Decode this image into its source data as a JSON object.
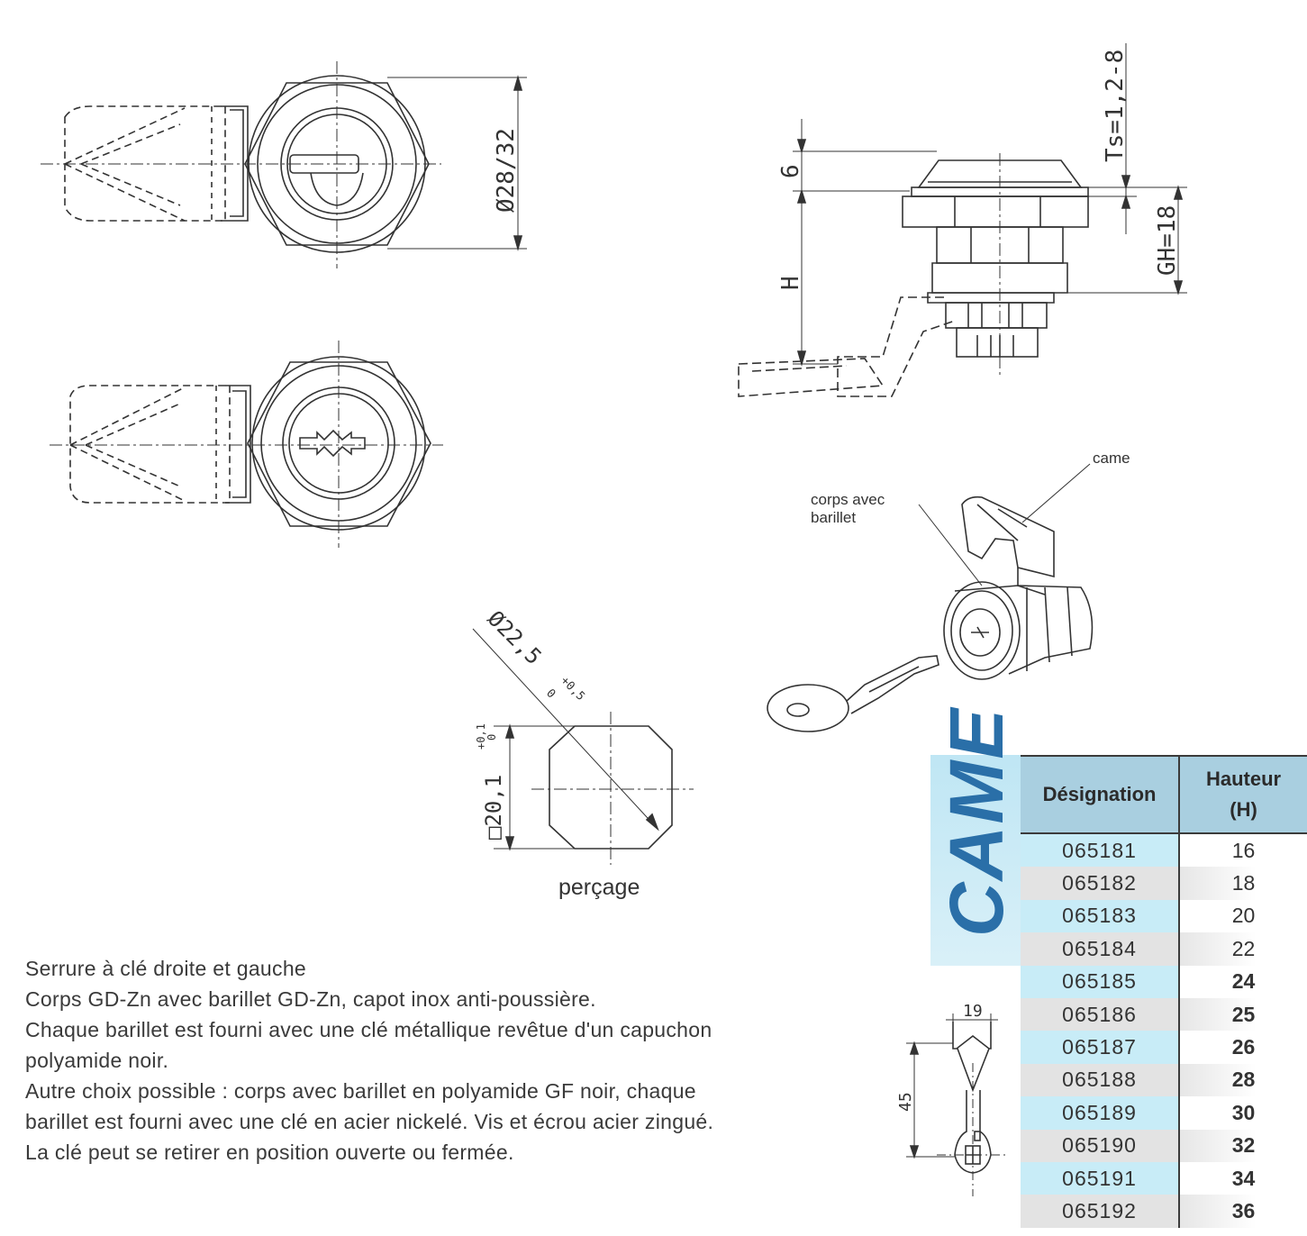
{
  "dimensions": {
    "diameter": "Ø28/32",
    "ts": "Ts=1,2-8",
    "six": "6",
    "h": "H",
    "gh": "GH=18",
    "drill_diameter": "Ø22,5",
    "drill_diameter_tol_top": "+0,5",
    "drill_diameter_tol_bottom": "0",
    "drill_square": "□20,1",
    "drill_square_tol_top": "+0,1",
    "drill_square_tol_bottom": "0",
    "key_width": "19",
    "key_height": "45"
  },
  "labels": {
    "came": "came",
    "corps_line1": "corps avec",
    "corps_line2": "barillet",
    "percage": "perçage"
  },
  "description": [
    "Serrure à clé droite et gauche",
    "Corps GD-Zn avec barillet GD-Zn, capot inox anti-poussière.",
    "Chaque barillet est fourni avec une clé métallique revêtue d'un capuchon",
    "polyamide noir.",
    "Autre choix possible : corps avec barillet en polyamide GF noir, chaque",
    "barillet est fourni avec une clé en acier nickelé. Vis et écrou acier zingué.",
    "La clé peut se retirer en position ouverte ou fermée."
  ],
  "table": {
    "brand": "CAME",
    "header": {
      "designation": "Désignation",
      "hauteur_line1": "Hauteur",
      "hauteur_line2": "(H)"
    },
    "rows": [
      {
        "designation": "065181",
        "hauteur": "16"
      },
      {
        "designation": "065182",
        "hauteur": "18"
      },
      {
        "designation": "065183",
        "hauteur": "20"
      },
      {
        "designation": "065184",
        "hauteur": "22"
      },
      {
        "designation": "065185",
        "hauteur": "24"
      },
      {
        "designation": "065186",
        "hauteur": "25"
      },
      {
        "designation": "065187",
        "hauteur": "26"
      },
      {
        "designation": "065188",
        "hauteur": "28"
      },
      {
        "designation": "065189",
        "hauteur": "30"
      },
      {
        "designation": "065190",
        "hauteur": "32"
      },
      {
        "designation": "065191",
        "hauteur": "34"
      },
      {
        "designation": "065192",
        "hauteur": "36"
      }
    ]
  }
}
